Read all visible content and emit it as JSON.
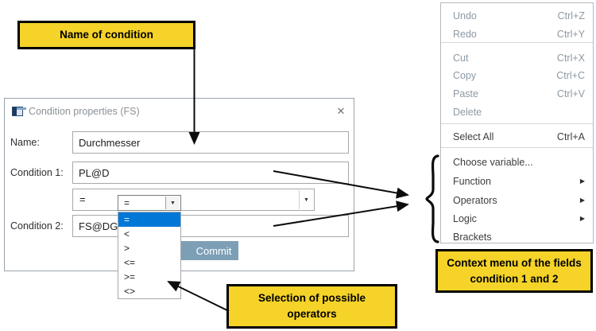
{
  "callouts": {
    "name_of_condition": "Name of condition",
    "operators_selection": {
      "line1": "Selection of possible",
      "line2": "operators"
    },
    "context_menu_note": {
      "line1": "Context menu  of the fields",
      "line2": "condition 1 and 2"
    }
  },
  "dialog": {
    "title": "Condition properties (FS)",
    "fields": [
      {
        "label": "Name:",
        "value": "Durchmesser"
      },
      {
        "label": "Condition 1:",
        "value": "PL@D"
      },
      {
        "label": "Condition 2:",
        "value": "FS@DG"
      }
    ],
    "operator_combo": {
      "value": "="
    },
    "buttons": {
      "commit": "Commit"
    }
  },
  "operator_dropdown": {
    "value": "=",
    "selected_index": 0,
    "options": [
      "=",
      "<",
      ">",
      "<=",
      ">=",
      "<>"
    ]
  },
  "context_menu": {
    "items": [
      {
        "label": "Undo",
        "shortcut": "Ctrl+Z",
        "enabled": false
      },
      {
        "label": "Redo",
        "shortcut": "Ctrl+Y",
        "enabled": false
      },
      {
        "label": "Cut",
        "shortcut": "Ctrl+X",
        "enabled": false
      },
      {
        "label": "Copy",
        "shortcut": "Ctrl+C",
        "enabled": false
      },
      {
        "label": "Paste",
        "shortcut": "Ctrl+V",
        "enabled": false
      },
      {
        "label": "Delete",
        "shortcut": "",
        "enabled": false
      },
      {
        "label": "Select All",
        "shortcut": "Ctrl+A",
        "enabled": true
      },
      {
        "label": "Choose variable...",
        "shortcut": "",
        "enabled": true
      },
      {
        "label": "Function",
        "shortcut": "",
        "enabled": true,
        "has_submenu": true
      },
      {
        "label": "Operators",
        "shortcut": "",
        "enabled": true,
        "has_submenu": true
      },
      {
        "label": "Logic",
        "shortcut": "",
        "enabled": true,
        "has_submenu": true
      },
      {
        "label": "Brackets",
        "shortcut": "",
        "enabled": true
      }
    ]
  },
  "icons": {
    "close": "✕",
    "dropdown_arrow": "▼",
    "submenu_arrow": "▶"
  },
  "colors": {
    "callout_yellow": "#F5D328",
    "selection_blue": "#0078D7",
    "button_blue": "#7D9FB6",
    "disabled_text": "#8D99A4"
  }
}
